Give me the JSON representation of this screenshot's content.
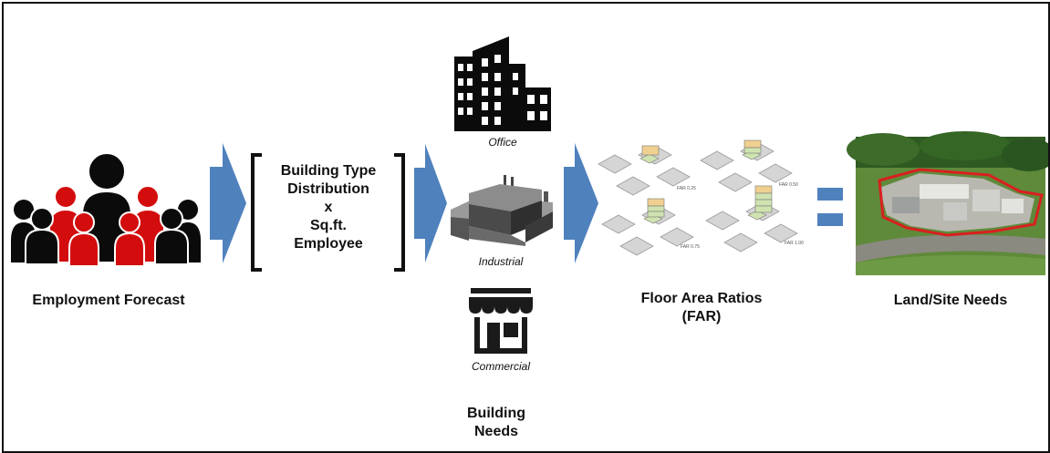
{
  "colors": {
    "arrow": "#4f81bd",
    "accent_red": "#d30d0d",
    "border": "#111111",
    "figure_black": "#0b0b0b"
  },
  "labels": {
    "employment": "Employment Forecast",
    "distribution": [
      "Building Type",
      "Distribution",
      "x",
      "Sq.ft.",
      "Employee"
    ],
    "office": "Office",
    "industrial": "Industrial",
    "commercial": "Commercial",
    "building_needs": [
      "Building",
      "Needs"
    ],
    "far": [
      "Floor Area Ratios",
      "(FAR)"
    ],
    "land": "Land/Site Needs"
  },
  "far_tile_labels": [
    "FAR 0.25",
    "FAR 0.50",
    "FAR 0.75",
    "FAR 1.00"
  ],
  "icons": [
    "people-group-icon",
    "office-building-icon",
    "industrial-building-icon",
    "storefront-icon",
    "far-diagram-icon",
    "aerial-site-photo",
    "equals-icon"
  ]
}
